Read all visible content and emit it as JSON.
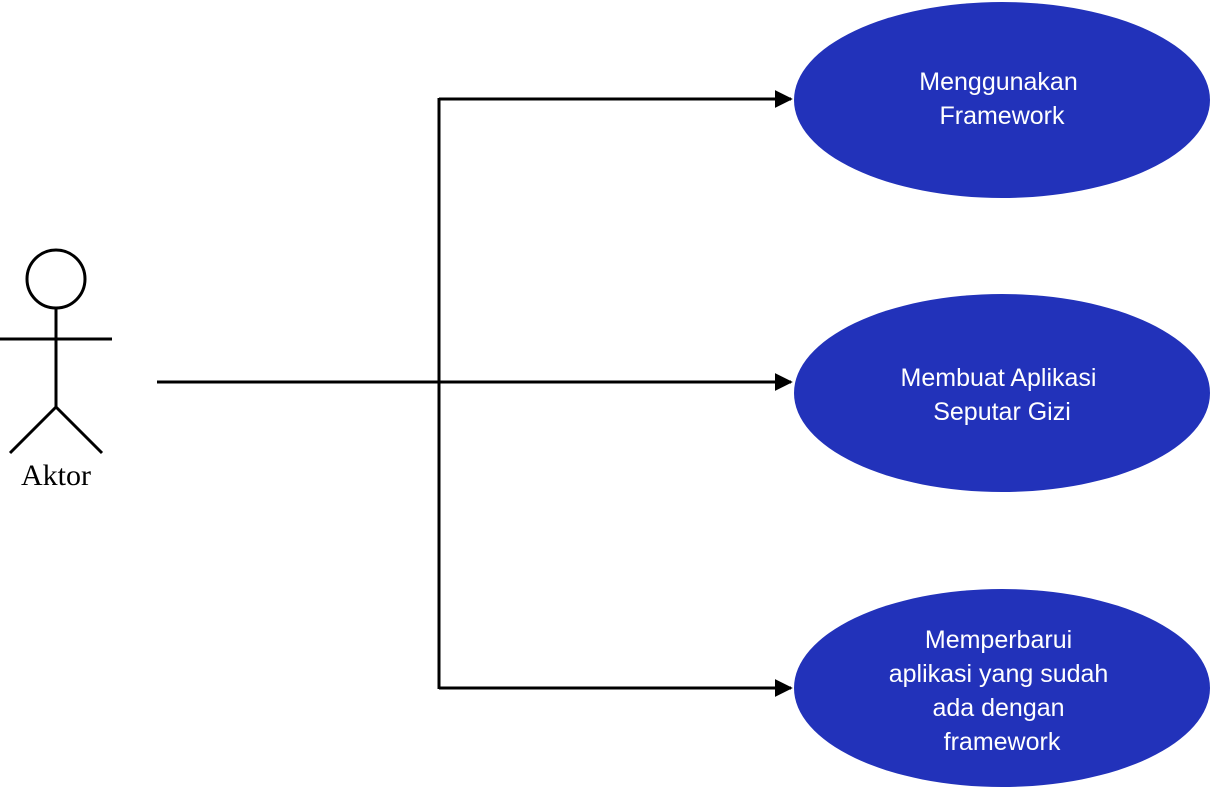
{
  "actor": {
    "label": "Aktor"
  },
  "use_cases": [
    {
      "lines": [
        "Menggunakan",
        "Framework"
      ]
    },
    {
      "lines": [
        "Membuat Aplikasi",
        "Seputar Gizi"
      ]
    },
    {
      "lines": [
        "Memperbarui",
        "aplikasi yang sudah",
        "ada dengan",
        "framework"
      ]
    }
  ],
  "colors": {
    "use_case_fill": "#2232BA",
    "use_case_text": "#ffffff",
    "line": "#000000",
    "background": "#ffffff"
  }
}
